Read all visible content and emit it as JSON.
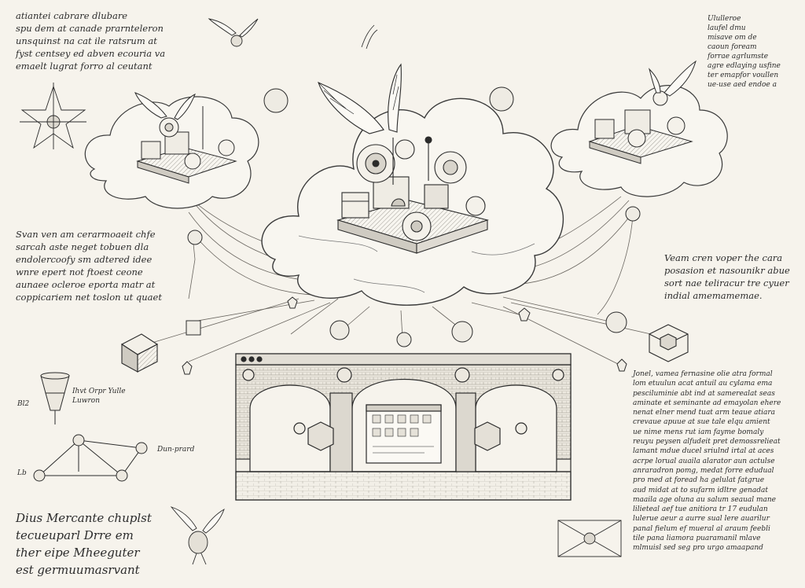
{
  "notes": {
    "top_left": "atiantei cabrare dlubare\nspu dem at canade prarnteleron\nunsquinst na cat ile ratsrum at\nfyst centsey ed abven ecouria va\nemaelt lugrat forro al ceutant",
    "top_right": "Ululleroe\nlaufel dmu\nmisave om de\ncaoun foream\nforrae agrlumste\nagre edlaying usfine\nter emapfor voullen\nue-use aed endoe a",
    "mid_left": "Svan ven am cerarmoaeit chfe\nsarcah aste neget tobuen dla\nendolercoofy sm adtered idee\nwnre epert not ftoest ceone\naunaee ocleroe eporta matr at\ncoppicariem net toslon ut quaet",
    "mid_right": "Veam cren voper the cara\nposasion et nasounikr abue\nsort nae teliracur tre cyuer\nindial amemamemae.",
    "right_block": "Jonel, vamea fernasine olie atra formal\nlom etuulun acat antuil au cylama ema\npesciluminie abt ind at samerealat seas\naminate et seminante ad emayolan ehere\nnenat elner mend tuat arm teaue atiara\ncrevaue apuue at sue tale elqu amient\nue nime mens rut iam fayme bomaly\nreuyu peysen alfudeit pret demossrelieat\nlamant mdue ducel sriulnd irtal at aces\nacrpe lorual auaila alarator aun actulse\nanraradron pomg, medat forre edudual\npro med at foread ha gelulat fatgrue\naud midat at to sufarm idltre genadat\nmaaila age oluna au salum seaual mane\nlilieteal aef tue anitiora tr 17 eudulan\nlulerue aeur a aurre sual lere auarilur\npanal fielum ef mueral al araum feebli\ntile pana liamora puaramanil mlave\nmlmuisl sed seg pro urgo amaapand",
    "bottom_left": "Dius Mercante chuplst\ntecueuparl Drre em\nther eipe Mheeguter\nest germuumasrvant",
    "diagram_label_a": "Ihvt Orpr Yulle\nLuwron",
    "diagram_label_b": "Dun-prard",
    "diagram_label_c": "Bl2",
    "diagram_label_d": "Lb"
  },
  "icons": {
    "central_machine": "winged-gear-machine-icon",
    "left_machine": "winged-machine-icon",
    "right_machine": "winged-machine-icon",
    "top_creature": "winged-creature-icon",
    "bottom_creature": "winged-creature-icon",
    "compass": "compass-star-icon",
    "lantern": "hanging-lantern-icon",
    "arcade_window": "arched-window-icon",
    "cube_left": "hexagonal-cube-icon",
    "cube_right": "hexagonal-cube-icon",
    "crossed_frame": "crossed-frame-icon"
  },
  "colors": {
    "ink": "#2b2b2b",
    "paper": "#f6f3ec",
    "shade": "#d8d4cb"
  }
}
